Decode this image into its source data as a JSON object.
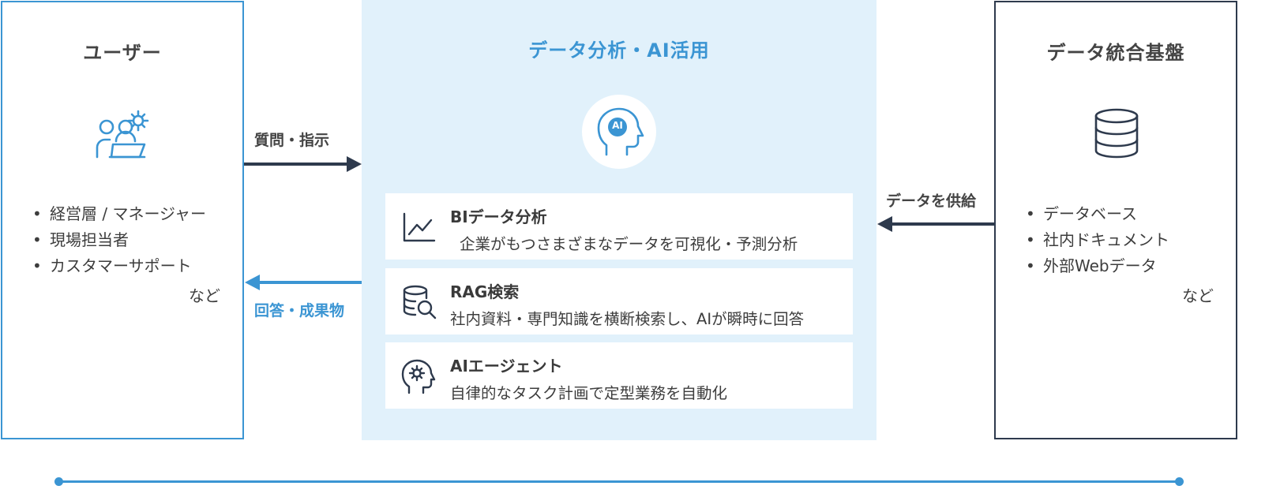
{
  "user_panel": {
    "title": "ユーザー",
    "items": [
      "経営層 / マネージャー",
      "現場担当者",
      "カスタマーサポート"
    ],
    "etc": "など",
    "icon": "users-gear-icon"
  },
  "analysis_panel": {
    "title": "データ分析・AI活用",
    "ai_badge": "AI",
    "cards": [
      {
        "title": "BIデータ分析",
        "desc": "企業がもつさまざまなデータを可視化・予測分析",
        "icon": "line-chart-icon"
      },
      {
        "title": "RAG検索",
        "desc": "社内資料・専門知識を横断検索し、AIが瞬時に回答",
        "icon": "database-search-icon"
      },
      {
        "title": "AIエージェント",
        "desc": "自律的なタスク計画で定型業務を自動化",
        "icon": "head-gear-icon"
      }
    ]
  },
  "integration_panel": {
    "title": "データ統合基盤",
    "items": [
      "データベース",
      "社内ドキュメント",
      "外部Webデータ"
    ],
    "etc": "など",
    "icon": "database-icon"
  },
  "flows": {
    "question": "質問・指示",
    "answer": "回答・成果物",
    "supply": "データを供給"
  },
  "colors": {
    "accent_blue": "#3b95d3",
    "dark_navy": "#2e3a4d",
    "panel_bg": "#e1f1fb"
  }
}
